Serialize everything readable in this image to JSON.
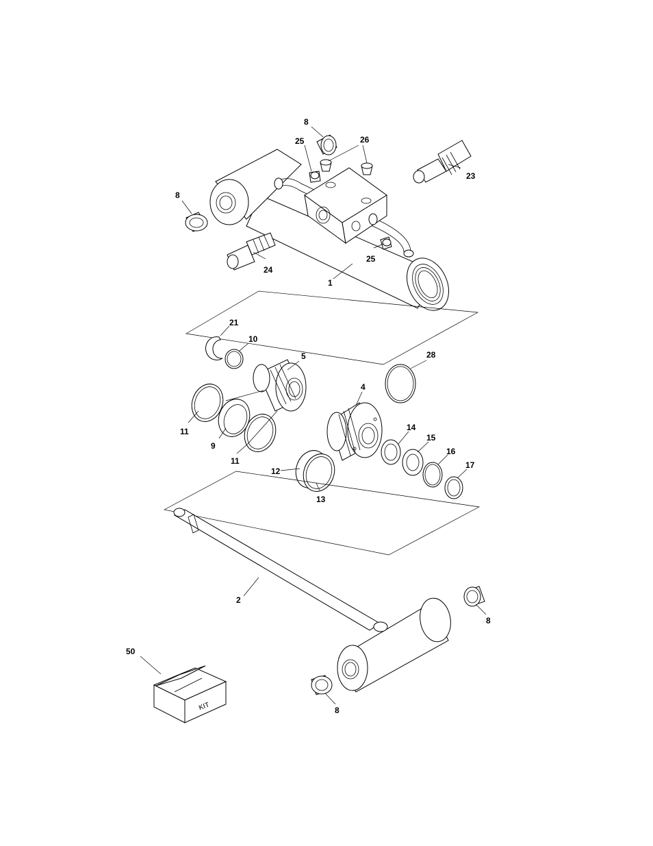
{
  "callouts": {
    "c8a": "8",
    "c25a": "25",
    "c26": "26",
    "c23": "23",
    "c8b": "8",
    "c24": "24",
    "c25b": "25",
    "c1": "1",
    "c21": "21",
    "c10": "10",
    "c5": "5",
    "c28": "28",
    "c4": "4",
    "c11a": "11",
    "c9": "9",
    "c11b": "11",
    "c12": "12",
    "c13": "13",
    "c14": "14",
    "c15": "15",
    "c16": "16",
    "c17": "17",
    "c2": "2",
    "c8c": "8",
    "c8d": "8",
    "c50": "50"
  },
  "kit_label": "KIT"
}
